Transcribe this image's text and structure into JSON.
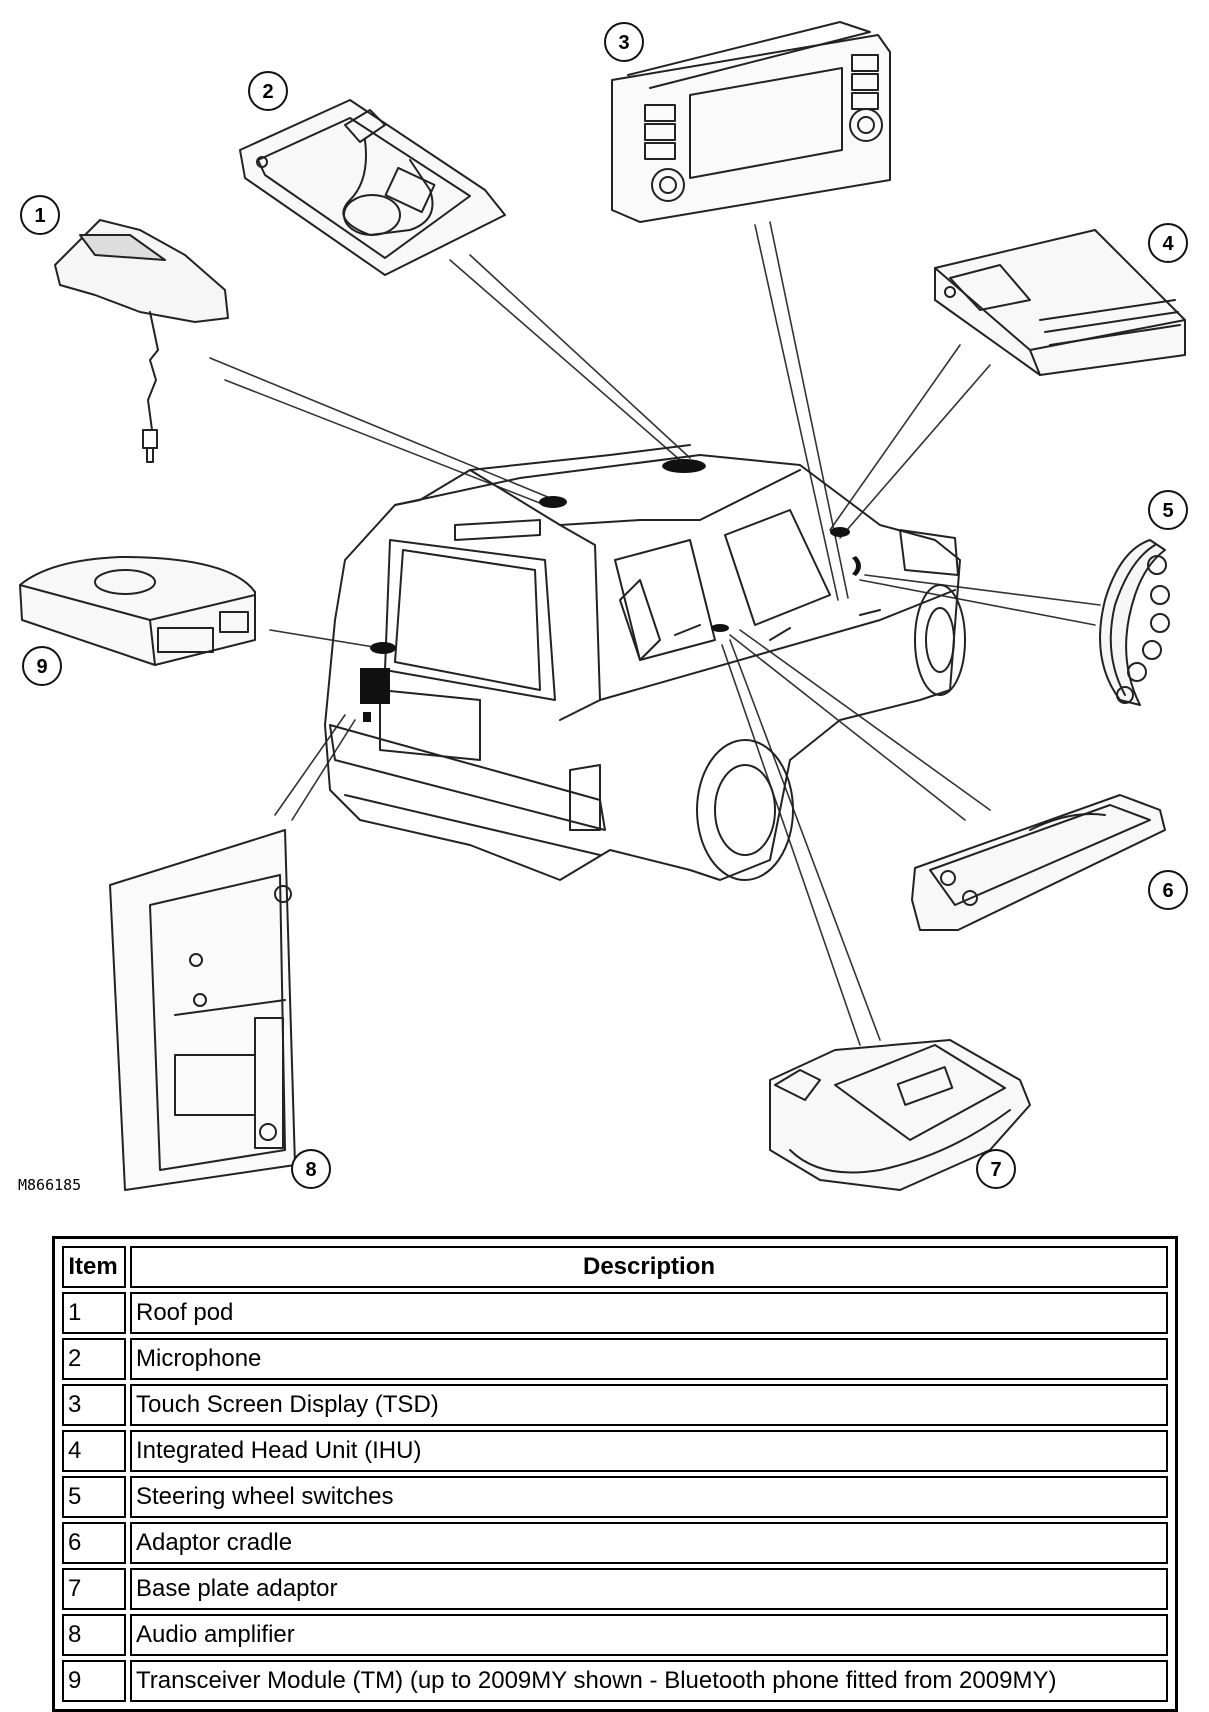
{
  "figure": {
    "reference": "M866185",
    "callouts": [
      "1",
      "2",
      "3",
      "4",
      "5",
      "6",
      "7",
      "8",
      "9"
    ]
  },
  "legend": {
    "headers": {
      "item": "Item",
      "description": "Description"
    },
    "rows": [
      {
        "item": "1",
        "description": "Roof pod"
      },
      {
        "item": "2",
        "description": "Microphone"
      },
      {
        "item": "3",
        "description": "Touch Screen Display (TSD)"
      },
      {
        "item": "4",
        "description": "Integrated Head Unit (IHU)"
      },
      {
        "item": "5",
        "description": "Steering wheel switches"
      },
      {
        "item": "6",
        "description": "Adaptor cradle"
      },
      {
        "item": "7",
        "description": "Base plate adaptor"
      },
      {
        "item": "8",
        "description": "Audio amplifier"
      },
      {
        "item": "9",
        "description": "Transceiver Module (TM) (up to 2009MY shown - Bluetooth phone fitted from 2009MY)"
      }
    ]
  }
}
